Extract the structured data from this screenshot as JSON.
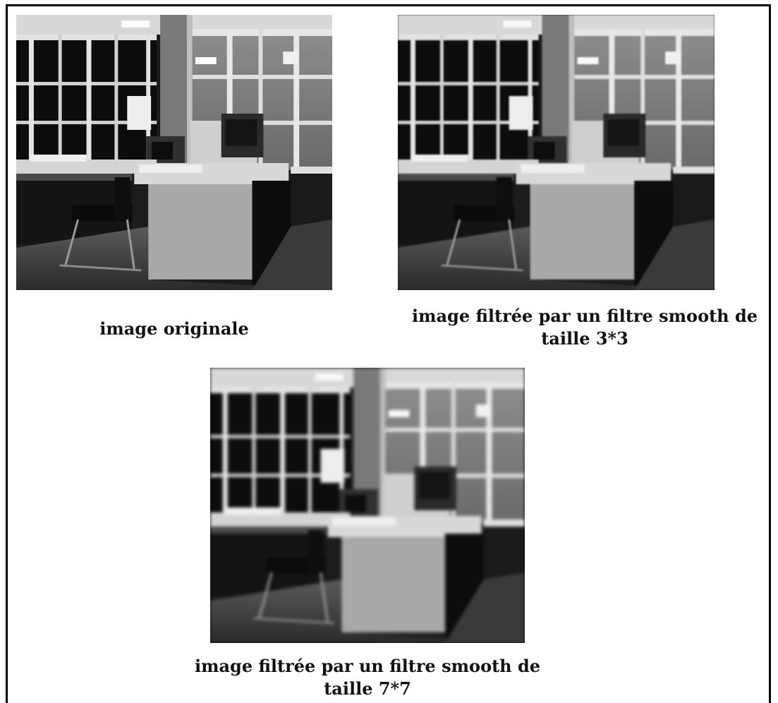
{
  "panels": [
    {
      "caption_line1": "image originale",
      "caption_line2": ""
    },
    {
      "caption_line1": "image filtrée par un filtre smooth de",
      "caption_line2": "taille 3*3"
    },
    {
      "caption_line1": "image filtrée par un filtre smooth de",
      "caption_line2": "taille 7*7"
    }
  ],
  "colors": {
    "border": "#000000",
    "background": "#ffffff"
  },
  "photo_subject": "grayscale office scene with windows, desk, computer monitor and chair"
}
